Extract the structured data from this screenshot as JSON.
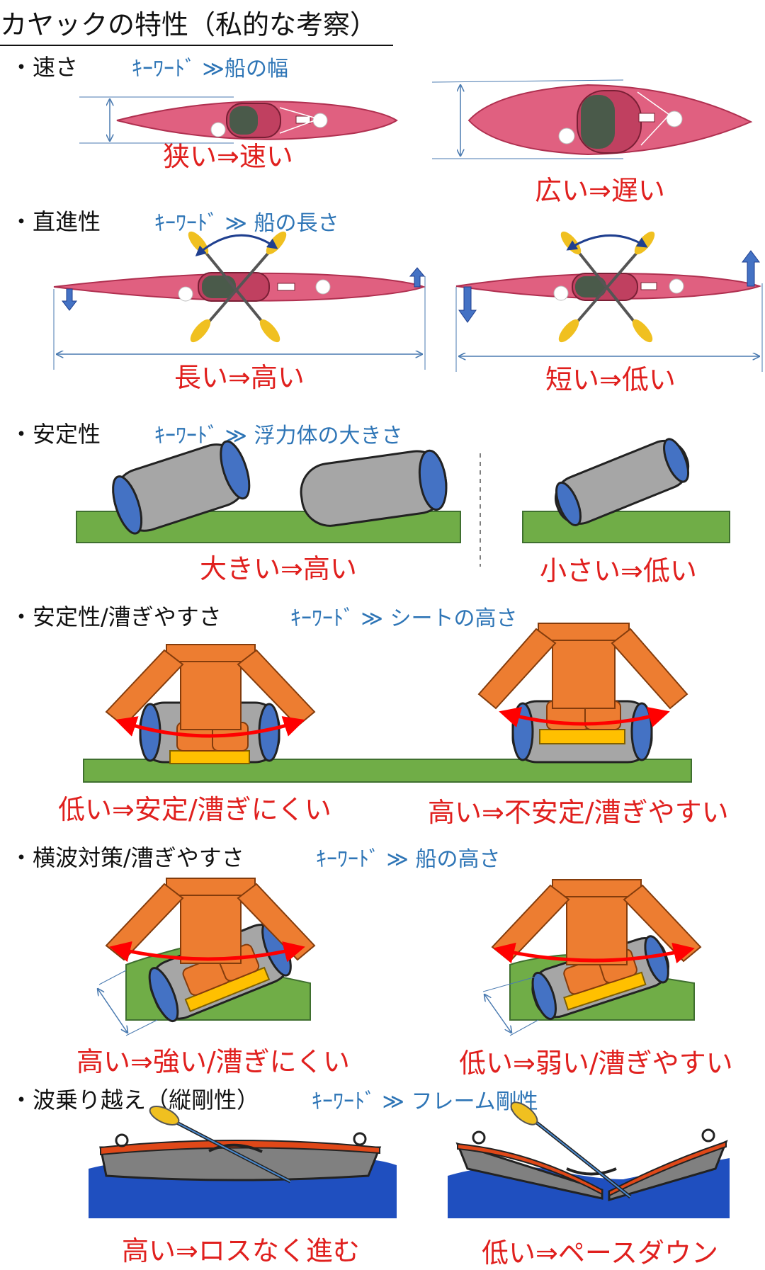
{
  "title": "カヤックの特性（私的な考察）",
  "sections": [
    {
      "heading": "・速さ",
      "keyword": "ｷｰﾜｰﾄﾞ ≫船の幅",
      "left_caption": "狭い⇒速い",
      "right_caption": "広い⇒遅い"
    },
    {
      "heading": "・直進性",
      "keyword": "ｷｰﾜｰﾄﾞ ≫ 船の長さ",
      "left_caption": "長い⇒高い",
      "right_caption": "短い⇒低い"
    },
    {
      "heading": "・安定性",
      "keyword": "ｷｰﾜｰﾄﾞ ≫ 浮力体の大きさ",
      "left_caption": "大きい⇒高い",
      "right_caption": "小さい⇒低い"
    },
    {
      "heading": "・安定性/漕ぎやすさ",
      "keyword": "ｷｰﾜｰﾄﾞ ≫ シートの高さ",
      "left_caption": "低い⇒安定/漕ぎにくい",
      "right_caption": "高い⇒不安定/漕ぎやすい"
    },
    {
      "heading": "・横波対策/漕ぎやすさ",
      "keyword": "ｷｰﾜｰﾄﾞ ≫ 船の高さ",
      "left_caption": "高い⇒強い/漕ぎにくい",
      "right_caption": "低い⇒弱い/漕ぎやすい"
    },
    {
      "heading": "・波乗り越え（縦剛性）",
      "keyword": "ｷｰﾜｰﾄﾞ ≫ フレーム剛性",
      "left_caption": "高い⇒ロスなく進む",
      "right_caption": "低い⇒ペースダウン"
    }
  ],
  "colors": {
    "hull": "#e06080",
    "cockpit": "#4a5a4a",
    "text": "#111111",
    "keyword": "#2e75b6",
    "caption": "#e0201e",
    "float": "#a6a6a6",
    "float_end": "#4472c4",
    "ground": "#70ad47",
    "body": "#ed7d31",
    "seat": "#ffc000",
    "paddle": "#f0c020",
    "water": "#1f4fbf",
    "deck": "#e04818",
    "arrow": "#ff0000"
  }
}
